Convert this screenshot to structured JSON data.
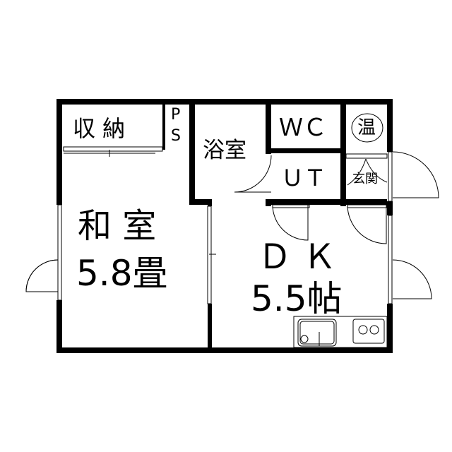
{
  "plan": {
    "rooms": {
      "storage": "収 納",
      "ps_p": "P",
      "ps_s": "S",
      "bath": "浴室",
      "wc": "ＷＣ",
      "water_heater": "温",
      "utility": "ＵＴ",
      "entrance": "玄関",
      "washitsu_name": "和 室",
      "washitsu_size": "5.8畳",
      "dk_name": "Ｄ Ｋ",
      "dk_size": "5.5帖"
    },
    "colors": {
      "wall": "#000000",
      "background": "#ffffff"
    }
  }
}
